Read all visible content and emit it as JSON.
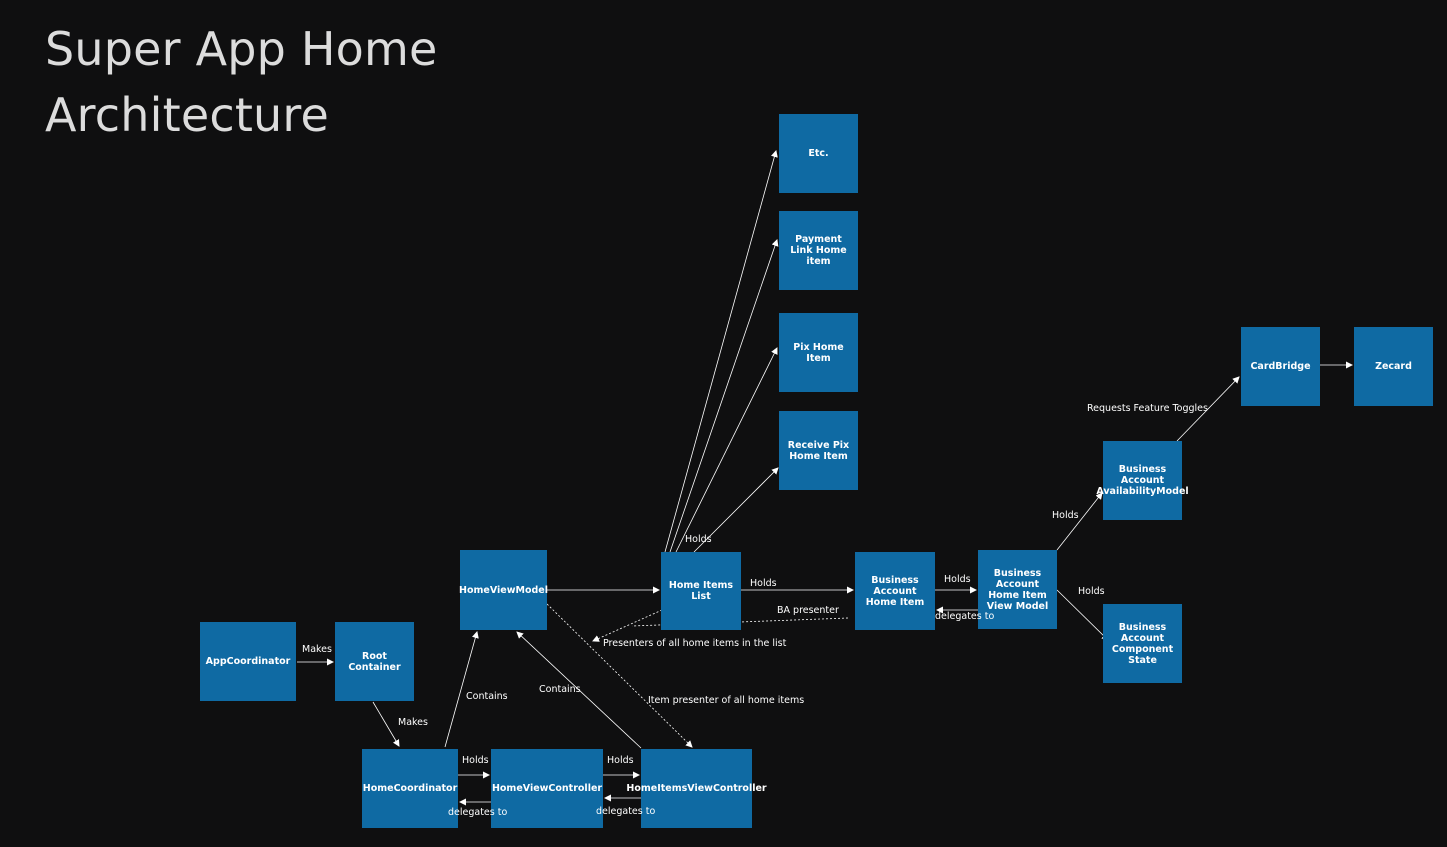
{
  "title": {
    "line1": "Super App Home",
    "line2": "Architecture"
  },
  "nodes": {
    "etc": "Etc.",
    "payment_link": "Payment Link Home item",
    "pix": "Pix Home Item",
    "receive_pix": "Receive Pix Home Item",
    "home_view_model": "HomeViewModel",
    "home_items_list": "Home Items List",
    "ba_home_item": "Business Account Home Item",
    "ba_home_item_vm": "Business Account Home Item View Model",
    "ba_availability": "Business Account AvailabilityModel",
    "ba_component_state": "Business Account Component State",
    "card_bridge": "CardBridge",
    "zecard": "Zecard",
    "app_coordinator": "AppCoordinator",
    "root_container": "Root Container",
    "home_coordinator": "HomeCoordinator",
    "home_view_controller": "HomeViewController",
    "home_items_vc": "HomeItemsViewController"
  },
  "edges": {
    "makes_root": "Makes",
    "makes_home_coord": "Makes",
    "contains_vm": "Contains",
    "contains_hic": "Contains",
    "holds_hvc": "Holds",
    "delegates_hc": "delegates to",
    "holds_hivc": "Holds",
    "delegates_hvc": "delegates to",
    "item_presenter": "Item presenter of all home items",
    "presenters_all": "Presenters of all home items in the list",
    "holds_items": "Holds",
    "holds_ba": "Holds",
    "ba_presenter": "BA presenter",
    "holds_ba_vm": "Holds",
    "delegates_ba": "delegates to",
    "holds_avail": "Holds",
    "holds_state": "Holds",
    "requests_toggles": "Requests Feature Toggles"
  }
}
